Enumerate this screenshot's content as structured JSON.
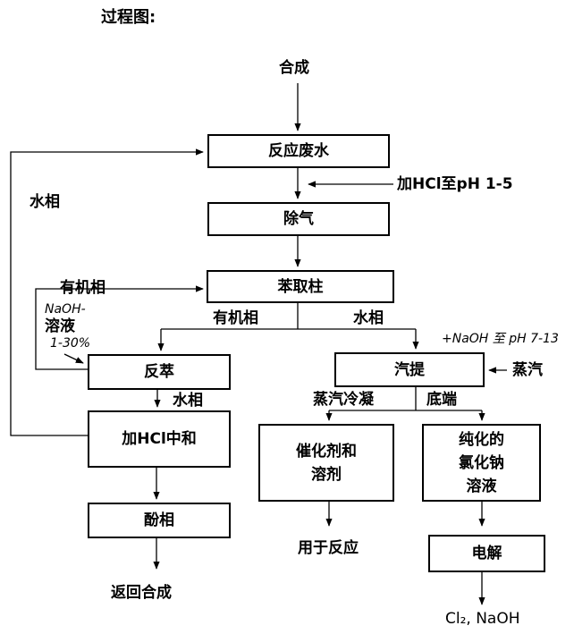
{
  "title": "过程图:",
  "start": "合成",
  "nodes": {
    "reaction_wastewater": "反应废水",
    "degassing": "除气",
    "extraction_column": "苯取柱",
    "back_extraction": "反萃",
    "neutralize": "加HCl中和",
    "phenol_phase": "酚相",
    "stripping": "汽提",
    "catalyst_solvent": "催化剂和\n溶剂",
    "pure_nacl": "纯化的\n氯化钠\n溶液",
    "electrolysis": "电解"
  },
  "labels": {
    "water_phase_recycle": "水相",
    "add_hcl": "加HCl至pH 1-5",
    "organic_phase_in": "有机相",
    "naoh_solution_1": "NaOH-",
    "naoh_solution_2": "溶液",
    "naoh_solution_3": "1-30%",
    "organic_phase_out": "有机相",
    "water_phase_out": "水相",
    "naoh_ph": "+NaOH 至 pH 7-13",
    "steam": "蒸汽",
    "water_phase_down": "水相",
    "steam_condensate": "蒸汽冷凝",
    "bottom": "底端",
    "return_synthesis": "返回合成",
    "for_reaction": "用于反应",
    "products": "Cl₂, NaOH"
  }
}
